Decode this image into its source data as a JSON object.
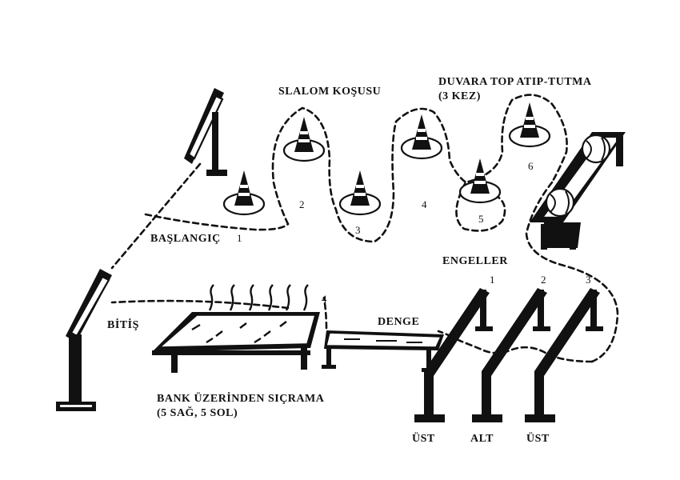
{
  "labels": {
    "slalom": "SLALOM KOŞUSU",
    "duvara_line1": "DUVARA TOP ATIP-TUTMA",
    "duvara_line2": "(3 KEZ)",
    "baslangic": "BAŞLANGIÇ",
    "bitis": "BİTİŞ",
    "denge": "DENGE",
    "engeller": "ENGELLER",
    "bank_line1": "BANK ÜZERİNDEN SIÇRAMA",
    "bank_line2": "(5 SAĞ, 5 SOL)",
    "hurdle_ust_left": "ÜST",
    "hurdle_alt": "ALT",
    "hurdle_ust_right": "ÜST"
  },
  "cone_numbers": [
    "1",
    "2",
    "3",
    "4",
    "5",
    "6"
  ],
  "hurdle_numbers": [
    "1",
    "2",
    "3"
  ],
  "bench_mark_number": "4"
}
